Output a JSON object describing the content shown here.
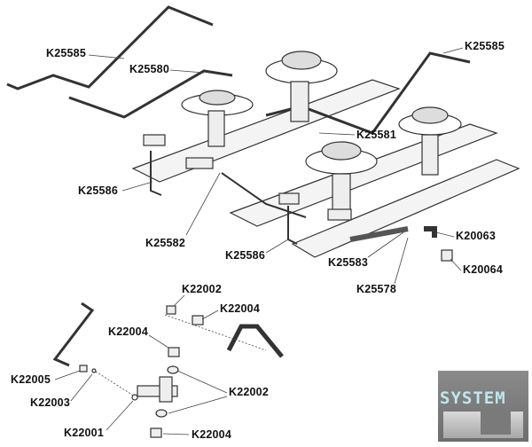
{
  "labels": {
    "k25585_left": "K25585",
    "k25580": "K25580",
    "k25585_right": "K25585",
    "k25581": "K25581",
    "k25586_left": "K25586",
    "k25582": "K25582",
    "k25586_center": "K25586",
    "k20063": "K20063",
    "k25583": "K25583",
    "k20064": "K20064",
    "k25578": "K25578",
    "k22002_top": "K22002",
    "k22004_top": "K22004",
    "k22004_mid": "K22004",
    "k22005": "K22005",
    "k22002_right": "K22002",
    "k22003": "K22003",
    "k22001": "K22001",
    "k22004_bottom": "K22004"
  },
  "logo": {
    "text": "SYSTEM"
  }
}
